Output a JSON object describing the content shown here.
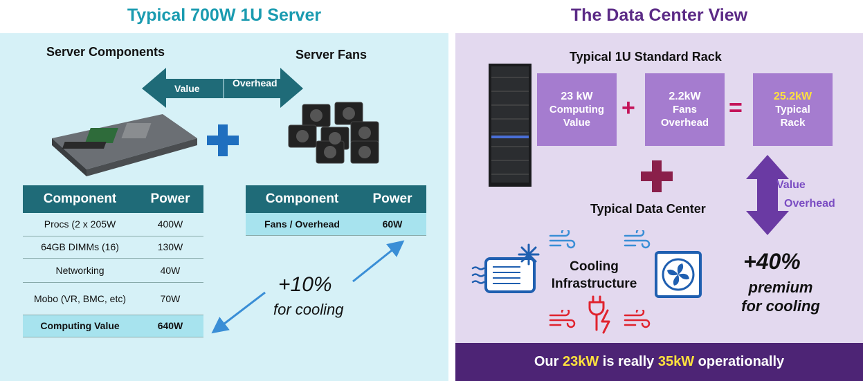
{
  "left": {
    "title": "Typical 700W 1U Server",
    "server_components_label": "Server Components",
    "server_fans_label": "Server Fans",
    "arrow_value_label": "Value",
    "arrow_overhead_label": "Overhead",
    "components_table": {
      "headers": [
        "Component",
        "Power"
      ],
      "rows": [
        [
          "Procs (2 x 205W",
          "400W"
        ],
        [
          "64GB DIMMs (16)",
          "130W"
        ],
        [
          "Networking",
          "40W"
        ],
        [
          "Mobo (VR, BMC, etc)",
          "70W"
        ],
        [
          "Computing Value",
          "640W"
        ]
      ]
    },
    "fans_table": {
      "headers": [
        "Component",
        "Power"
      ],
      "rows": [
        [
          "Fans / Overhead",
          "60W"
        ]
      ]
    },
    "cooling_pct": "+10%",
    "cooling_label": "for cooling"
  },
  "right": {
    "title": "The Data Center View",
    "rack_label": "Typical 1U Standard Rack",
    "box1": {
      "line1": "23 kW",
      "line2": "Computing",
      "line3": "Value"
    },
    "box2": {
      "line1": "2.2kW",
      "line2": "Fans",
      "line3": "Overhead"
    },
    "box3": {
      "line1": "25.2kW",
      "line2": "Typical",
      "line3": "Rack"
    },
    "plus_sign": "+",
    "equals_sign": "=",
    "dc_label": "Typical Data Center",
    "arrow_value_label": "Value",
    "arrow_overhead_label": "Overhead",
    "cooling_infra_line1": "Cooling",
    "cooling_infra_line2": "Infrastructure",
    "premium_pct": "+40%",
    "premium_line1": "premium",
    "premium_line2": "for cooling"
  },
  "banner": {
    "part1": "Our ",
    "highlight1": "23kW",
    "part2": " is really ",
    "highlight2": "35kW",
    "part3": " operationally"
  },
  "colors": {
    "teal_title": "#1a9bb0",
    "purple_title": "#5b2a86",
    "table_header": "#1f6b78",
    "box_purple": "#a57ccf",
    "magenta": "#c4145a",
    "banner": "#4d2475",
    "highlight_yellow": "#ffe23d"
  }
}
